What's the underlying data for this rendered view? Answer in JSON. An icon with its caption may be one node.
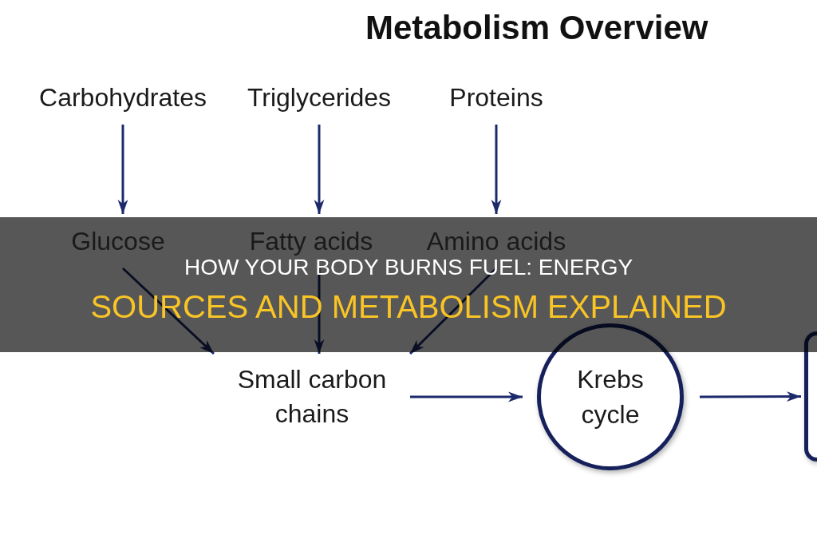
{
  "diagram": {
    "title": "Metabolism Overview",
    "nodes": [
      {
        "text": [
          "Carbohydrates"
        ]
      },
      {
        "text": [
          "Triglycerides"
        ]
      },
      {
        "text": [
          "Proteins"
        ]
      },
      {
        "text": [
          "Glucose"
        ]
      },
      {
        "text": [
          "Fatty acids"
        ]
      },
      {
        "text": [
          "Amino acids"
        ]
      },
      {
        "text": [
          "Small carbon chains"
        ]
      },
      {
        "text": [
          "Krebs cycle"
        ]
      },
      {
        "text": [],
        "shape": "box"
      }
    ],
    "edges": [
      {
        "from": 0,
        "to": 3,
        "arrow": "to"
      },
      {
        "from": 1,
        "to": 4,
        "arrow": "to"
      },
      {
        "from": 2,
        "to": 5,
        "arrow": "to"
      },
      {
        "from": 3,
        "to": 6,
        "arrow": "to"
      },
      {
        "from": 4,
        "to": 6,
        "arrow": "to"
      },
      {
        "from": 5,
        "to": 6,
        "arrow": "to"
      },
      {
        "from": 6,
        "to": 7,
        "arrow": "to"
      },
      {
        "from": 7,
        "to": 8,
        "arrow": "to"
      }
    ],
    "labels": [
      "HOW YOUR BODY BURNS FUEL: ENERGY",
      "SOURCES AND METABOLISM EXPLAINED"
    ]
  }
}
